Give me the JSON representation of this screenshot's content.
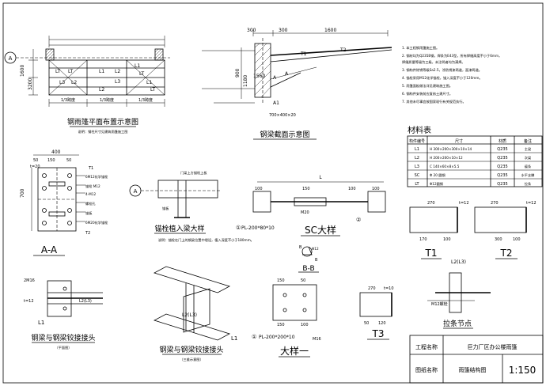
{
  "plan_view": {
    "grid_axis": "A",
    "dims_left": [
      "1600",
      "3200"
    ],
    "spans": [
      "1/3跨度",
      "1/3跨度",
      "1/3跨度"
    ],
    "members": [
      "L1",
      "L2",
      "L3",
      "L1",
      "L3",
      "L2",
      "L1",
      "L2",
      "LT",
      "LT",
      "LT",
      "LT"
    ],
    "title": "钢雨篷平面布置示意图",
    "note": "说明：钢柱尺寸见建筑雨篷施工图"
  },
  "section_view": {
    "dims_top": [
      "300",
      "1600",
      "300"
    ],
    "dims_left": [
      "900",
      "1180",
      "1560"
    ],
    "labels": [
      "A",
      "A1",
      "A",
      "T1",
      "T2"
    ],
    "plate_label": "700×400×20",
    "title": "钢梁截面示意图"
  },
  "notes": {
    "lines": [
      "1.  本工程钢雨篷施工图。",
      "2.  钢材均为Q235B钢，焊条为E43型，所有焊缝高度不小于6mm，",
      "    焊缝质量等级为三级，未注明者均为满焊。",
      "3.  钢构件除锈等级Sa2.5，涂防锈漆两道，面漆两道。",
      "4.  锚栓采用M12化学锚栓，锚入深度不小于120mm。",
      "5.  雨篷面板做法详见建筑施工图。",
      "6.  钢构件安装前应复核土建尺寸。",
      "7.  其他未尽事宜按国家现行有关规范执行。"
    ]
  },
  "material_table": {
    "title": "材料表",
    "headers": [
      "构件编号",
      "尺寸",
      "材质",
      "备注"
    ],
    "rows": [
      [
        "L1",
        "H 300×200×300×10×14",
        "Q235",
        "主梁"
      ],
      [
        "L2",
        "H 200×200×10×12",
        "Q235",
        "次梁"
      ],
      [
        "L3",
        "C 140×60×8×5.5",
        "Q235",
        "檩条"
      ],
      [
        "SC",
        "Φ 20 圆钢",
        "Q235",
        "水平支撑"
      ],
      [
        "LT",
        "Φ12圆钢",
        "Q235",
        "拉条"
      ]
    ]
  },
  "detail_aa": {
    "dims": [
      "400",
      "50",
      "150",
      "50",
      "700"
    ],
    "labels": [
      "T1",
      "T2",
      "t=20"
    ],
    "callouts": [
      "6M12化学锚栓",
      "锚栓 M12",
      "4-M12",
      "螺栓孔",
      "锚板",
      "6M20化学锚栓"
    ],
    "title": "A-A"
  },
  "anchor_detail": {
    "axis": "A",
    "label_top": "门梁上方锚栓上板",
    "label_side": "锚板",
    "title": "锚栓植入梁大样",
    "note": "说明：锚栓在门上的钢梁位置中埋设，植入深度不小于180mm。"
  },
  "sc_detail": {
    "dim_top": "L",
    "dims": [
      "100",
      "100",
      "150",
      "100"
    ],
    "labels": [
      "①",
      "②"
    ],
    "plate": "PL-200*80*10",
    "bolt_label": "M20",
    "title": "SC大样"
  },
  "t1_detail": {
    "dims": [
      "270",
      "t=12",
      "170",
      "100"
    ],
    "title": "T1"
  },
  "t2_detail": {
    "dims": [
      "270",
      "t=12",
      "300",
      "100"
    ],
    "title": "T2"
  },
  "bb_detail": {
    "labels": [
      "B",
      "B",
      "Φ12"
    ],
    "title": "B-B"
  },
  "beam_joint": {
    "labels": [
      "2M16",
      "t=12",
      "L2(L3)",
      "L1"
    ],
    "title": "钢梁与钢梁铰接接头",
    "subtitle": "（平面图）"
  },
  "iso_joint": {
    "labels": [
      "L2(L3)",
      "L1"
    ],
    "title": "钢梁与钢梁铰接接头",
    "subtitle": "（三维示意图）"
  },
  "detail_1": {
    "dims": [
      "150",
      "50",
      "150",
      "100"
    ],
    "labels": [
      "①",
      "PL-200*200*10",
      "M16"
    ],
    "title": "大样一"
  },
  "t3_detail": {
    "dims": [
      "t=10",
      "270",
      "50",
      "120"
    ],
    "title": "T3"
  },
  "tie_rod": {
    "labels": [
      "L2(L3)",
      "M12螺栓"
    ],
    "title": "拉条节点"
  },
  "title_block": {
    "project_label": "工程名称",
    "project_value": "巨力厂区办公楼雨篷",
    "drawing_label": "图纸名称",
    "drawing_value": "雨篷结构图",
    "scale": "1:150"
  }
}
